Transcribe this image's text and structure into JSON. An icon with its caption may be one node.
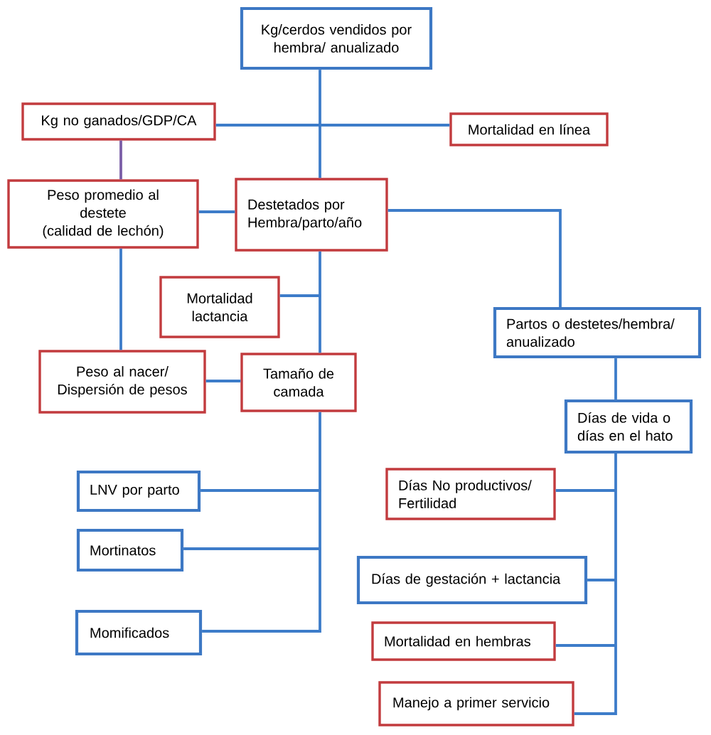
{
  "diagram": {
    "nodes": [
      {
        "text": [
          "Kg/cerdos vendidos por hembra/ anualizado"
        ]
      },
      {
        "text": [
          "Kg no ganados/GDP/CA"
        ]
      },
      {
        "text": [
          "Mortalidad en línea"
        ]
      },
      {
        "text": [
          "Peso promedio al destete (calidad de lechón)"
        ]
      },
      {
        "text": [
          "Destetados por Hembra/parto/año"
        ]
      },
      {
        "text": [
          "Mortalidad lactancia"
        ]
      },
      {
        "text": [
          "Partos o destetes/hembra/ anualizado"
        ]
      },
      {
        "text": [
          "Peso al nacer/ Dispersión de pesos"
        ]
      },
      {
        "text": [
          "Tamaño de camada"
        ]
      },
      {
        "text": [
          "Días de vida o días en el hato"
        ]
      },
      {
        "text": [
          "Días No productivos/ Fertilidad"
        ]
      },
      {
        "text": [
          "LNV por parto"
        ]
      },
      {
        "text": [
          "Mortinatos"
        ]
      },
      {
        "text": [
          "Días de gestación + lactancia"
        ]
      },
      {
        "text": [
          "Momificados"
        ]
      },
      {
        "text": [
          "Mortalidad en hembras"
        ]
      },
      {
        "text": [
          "Manejo a primer servicio"
        ]
      }
    ],
    "edges": [
      {
        "from": 0,
        "to": 4,
        "arrow": "none"
      },
      {
        "from": 0,
        "to": 1,
        "arrow": "none"
      },
      {
        "from": 0,
        "to": 2,
        "arrow": "none"
      },
      {
        "from": 1,
        "to": 3,
        "arrow": "none",
        "color": "#7b5ea7"
      },
      {
        "from": 4,
        "to": 3,
        "arrow": "none"
      },
      {
        "from": 3,
        "to": 7,
        "arrow": "none"
      },
      {
        "from": 4,
        "to": 8,
        "arrow": "none"
      },
      {
        "from": 4,
        "to": 5,
        "arrow": "none"
      },
      {
        "from": 4,
        "to": 6,
        "arrow": "none"
      },
      {
        "from": 8,
        "to": 7,
        "arrow": "none"
      },
      {
        "from": 8,
        "to": 11,
        "arrow": "none"
      },
      {
        "from": 8,
        "to": 12,
        "arrow": "none"
      },
      {
        "from": 8,
        "to": 14,
        "arrow": "none"
      },
      {
        "from": 6,
        "to": 9,
        "arrow": "none"
      },
      {
        "from": 9,
        "to": 10,
        "arrow": "none"
      },
      {
        "from": 9,
        "to": 13,
        "arrow": "none"
      },
      {
        "from": 9,
        "to": 15,
        "arrow": "none"
      },
      {
        "from": 9,
        "to": 16,
        "arrow": "none"
      }
    ]
  }
}
